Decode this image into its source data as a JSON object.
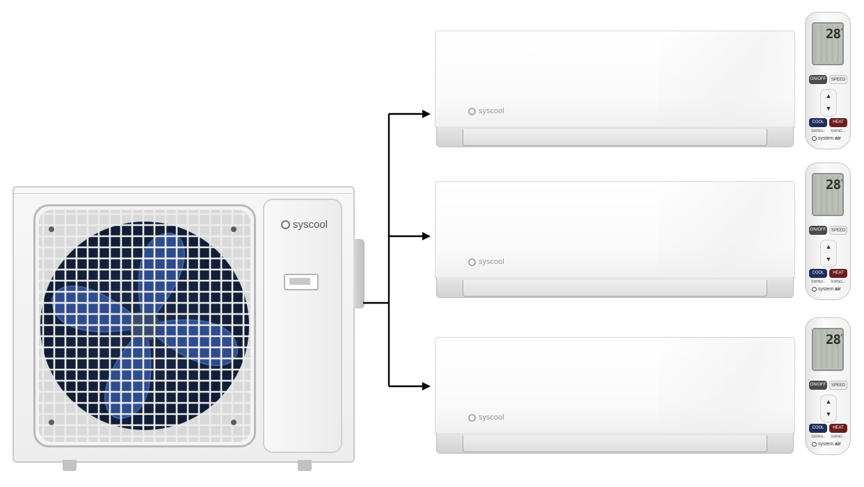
{
  "outdoor_unit": {
    "brand": "syscool",
    "fan_blade_color": "#2e4d8f"
  },
  "indoor_units": [
    {
      "brand": "syscool"
    },
    {
      "brand": "syscool"
    },
    {
      "brand": "syscool"
    }
  ],
  "remotes": [
    {
      "temperature": "28",
      "temperature_unit": "°",
      "on_off": "ON/OFF",
      "speed": "SPEED",
      "cool": "COOL",
      "heat": "HEAT",
      "swing_left": "SWING↕",
      "swing_right": "SWING↔",
      "brand_prefix": "system",
      "brand_suffix": "air"
    },
    {
      "temperature": "28",
      "temperature_unit": "°",
      "on_off": "ON/OFF",
      "speed": "SPEED",
      "cool": "COOL",
      "heat": "HEAT",
      "swing_left": "SWING↕",
      "swing_right": "SWING↔",
      "brand_prefix": "system",
      "brand_suffix": "air"
    },
    {
      "temperature": "28",
      "temperature_unit": "°",
      "on_off": "ON/OFF",
      "speed": "SPEED",
      "cool": "COOL",
      "heat": "HEAT",
      "swing_left": "SWING↕",
      "swing_right": "SWING↔",
      "brand_prefix": "system",
      "brand_suffix": "air"
    }
  ],
  "connector_color": "#000000"
}
